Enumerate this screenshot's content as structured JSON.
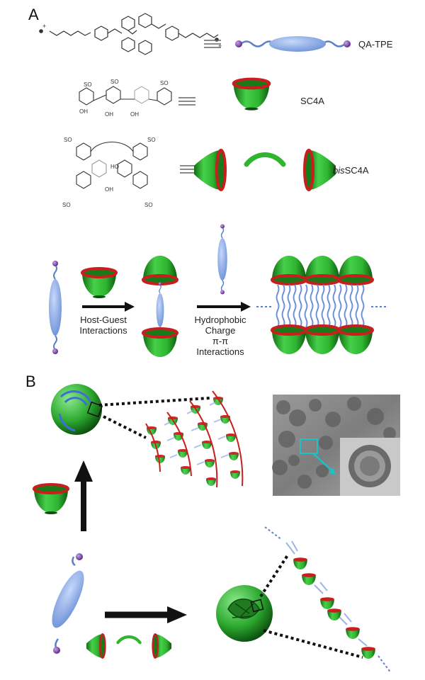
{
  "panels": {
    "a": "A",
    "b": "B"
  },
  "molecules": {
    "qa_tpe": "QA-TPE",
    "sc4a": "SC4A",
    "bissc4a_prefix": "bis",
    "bissc4a_suffix": "SC4A"
  },
  "steps": {
    "step1": [
      "Host-Guest",
      "Interactions"
    ],
    "step2": [
      "Hydrophobic",
      "Charge",
      "π-π",
      "Interactions"
    ]
  },
  "colors": {
    "host_green": "#2fb52f",
    "rim_red": "#c81e1e",
    "guest_blue": "#7fa4e6",
    "cap_purple": "#7a3fa8",
    "arrow": "#111111"
  }
}
